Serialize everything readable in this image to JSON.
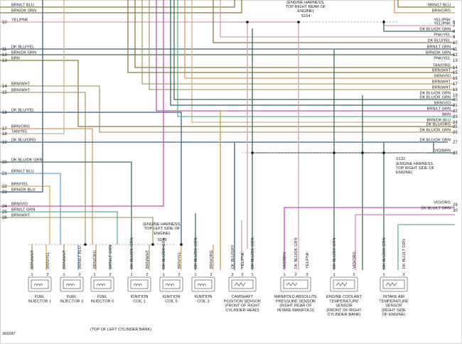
{
  "figure_id": "369287",
  "splices": {
    "s154": {
      "lines": [
        "(ENGINE HARNESS,",
        "TOP RIGHT REAR OF",
        "ENGINE)",
        "S154"
      ]
    },
    "s132": {
      "lines": [
        "S132",
        "(ENGINE HARNESS,",
        "TOP RIGHT SIDE OF",
        "ENGINE)"
      ]
    },
    "s149": {
      "lines": [
        "(ENGINE HARNESS,",
        "TOP LEFT SIDE OF",
        "ENGINE)",
        "S149"
      ]
    }
  },
  "left_pins": [
    {
      "num": "",
      "label": "BRN/LT BLU"
    },
    {
      "num": "",
      "label": "BRN/DK GRN"
    },
    {
      "num": "10",
      "label": "YEL/PNK"
    },
    {
      "num": "11",
      "label": "DK BLU/YEL"
    },
    {
      "num": "12",
      "label": "BRN/DK GRN"
    },
    {
      "num": "13",
      "label": "BRN"
    },
    {
      "num": "14",
      "label": "BRN/WHT"
    },
    {
      "num": "15",
      "label": "BRN/WHT"
    },
    {
      "num": "16",
      "label": "DK BLU/YEL"
    },
    {
      "num": "17",
      "label": "BRN/ORG"
    },
    {
      "num": "18",
      "label": "TAN/YEL"
    },
    {
      "num": "19",
      "label": "DK BLU/ORG"
    },
    {
      "num": "20",
      "label": "DK BLU/DK GRN"
    },
    {
      "num": "21",
      "label": "BRN/LT BLU"
    },
    {
      "num": "22",
      "label": "BRN/YEL"
    },
    {
      "num": "23",
      "label": "BRN/DK BLU"
    },
    {
      "num": "24",
      "label": "BRN/VIO"
    },
    {
      "num": "25",
      "label": "BRN/LT GRN"
    },
    {
      "num": "26",
      "label": "BRN/WHT"
    }
  ],
  "right_pins": [
    {
      "num": "",
      "label": "BRN/LT BLU"
    },
    {
      "num": "",
      "label": "BRN/ORG"
    },
    {
      "num": "6",
      "label": "YEL/PNK"
    },
    {
      "num": "7",
      "label": "YEL/PNK"
    },
    {
      "num": "8",
      "label": "DK BLU/DK GRN"
    },
    {
      "num": "9",
      "label": "PNK/YEL"
    },
    {
      "num": "10",
      "label": "DK BLU/YEL"
    },
    {
      "num": "11",
      "label": "BRN/LT GRN"
    },
    {
      "num": "12",
      "label": "BRN/DK GRN"
    },
    {
      "num": "13",
      "label": "PNK/YEL"
    },
    {
      "num": "14",
      "label": "TAN/ORG"
    },
    {
      "num": "15",
      "label": "BRN/WHT"
    },
    {
      "num": "16",
      "label": "BRN/VIO"
    },
    {
      "num": "17",
      "label": "BRN/WHT"
    },
    {
      "num": "18",
      "label": "BRN/WHT"
    },
    {
      "num": "19",
      "label": "DK BLU/DK GRN"
    },
    {
      "num": "20",
      "label": "DK BLU/DK GRN"
    },
    {
      "num": "21",
      "label": "BRN/VIO"
    },
    {
      "num": "22",
      "label": "BRN/LT GRN"
    },
    {
      "num": "23",
      "label": "BRN"
    },
    {
      "num": "24",
      "label": "BRN/DK BLU"
    },
    {
      "num": "25",
      "label": "DK BLU/ORG"
    },
    {
      "num": "26",
      "label": "DK BLU/DK GRN"
    },
    {
      "num": "27",
      "label": "DK BLU/DK GRN"
    },
    {
      "num": "28",
      "label": "VIO/BRN"
    },
    {
      "num": "29",
      "label": "VIO/ORG"
    },
    {
      "num": "30",
      "label": "DK BLU/LT GRN"
    }
  ],
  "components": [
    {
      "name": "fuel-injector-1",
      "title": [
        "FUEL",
        "INJECTOR 1"
      ],
      "pins": [
        "1",
        "2"
      ],
      "wires": [
        "BRN/WHT",
        "BRN/YEL"
      ]
    },
    {
      "name": "fuel-injector-3",
      "title": [
        "FUEL",
        "INJECTOR 3"
      ],
      "pins": [
        "1",
        "2"
      ],
      "wires": [
        "BRN/WHT",
        "BRN/LT BLU"
      ]
    },
    {
      "name": "fuel-injector-5",
      "title": [
        "FUEL",
        "INJECTOR 5"
      ],
      "pins": [
        "1",
        "2"
      ],
      "wires": [
        "BRN/ORG",
        "BRN/LT GRN"
      ]
    },
    {
      "name": "ignition-coil-1",
      "title": [
        "IGNITION",
        "COIL 1"
      ],
      "pins": [
        "1",
        "2"
      ],
      "wires": [
        "DK BLU/DK GRN",
        "BRN/WHT"
      ]
    },
    {
      "name": "ignition-coil-5",
      "title": [
        "IGNITION",
        "COIL 5"
      ],
      "pins": [
        "1",
        "2"
      ],
      "wires": [
        "DK BLU/DK GRN",
        "BRN/YEL"
      ]
    },
    {
      "name": "ignition-coil-3",
      "title": [
        "IGNITION",
        "COIL 3"
      ],
      "pins": [
        "1",
        "2"
      ],
      "wires": [
        "DK BLU/DK GRN",
        "BRN/ORG"
      ]
    },
    {
      "name": "camshaft-position-sensor",
      "title": [
        "CAMSHAFT",
        "POSITION SENSOR",
        "(FRONT OF RIGHT",
        "CYLINDER HEAD)"
      ],
      "pins": [
        "3",
        "2",
        "1"
      ],
      "wires": [
        "DK BLU/GRY",
        "YEL/PNK",
        "DK BLU/DK GRN"
      ]
    },
    {
      "name": "manifold-absolute-pressure-sensor",
      "title": [
        "MANIFOLD ABSOLUTE",
        "PRESSURE SENSOR",
        "(RIGHT REAR OF",
        "INTAKE MANIFOLD)"
      ],
      "pins": [
        "1",
        "2",
        "3"
      ],
      "wires": [
        "VIO/BRN",
        "DK BLU/DK GRN",
        "YEL/PNK"
      ]
    },
    {
      "name": "engine-coolant-temperature-sensor",
      "title": [
        "ENGINE COOLANT",
        "TEMPERATURE",
        "SENSOR",
        "(FRONT OF RIGHT",
        "CYLINDER BANK)"
      ],
      "pins": [
        "1",
        "2"
      ],
      "wires": [
        "DK BLU/DK GRN",
        "VIO/ORG"
      ]
    },
    {
      "name": "intake-air-temperature-sensor",
      "title": [
        "INTAKE AIR",
        "TEMPERATURE",
        "SENSOR",
        "(RIGHT SIDE",
        "OF ENGINE)"
      ],
      "pins": [
        "1",
        "2"
      ],
      "wires": [
        "DK BLU/DK GRN",
        "DK BLU/LT GRN"
      ]
    }
  ],
  "bottom_caption": "(TOP OF LEFT CYLINDER BANK)",
  "colors": {
    "brown": "#8b7b3a",
    "dark_blue": "#3b5e7e",
    "dark_green": "#3e6e4e",
    "tan": "#cdb48a",
    "orange": "#d99a5a",
    "pink": "#e6a0b0",
    "violet": "#c44fb2",
    "light_green": "#66b28c",
    "light_blue": "#6fa3cf"
  }
}
